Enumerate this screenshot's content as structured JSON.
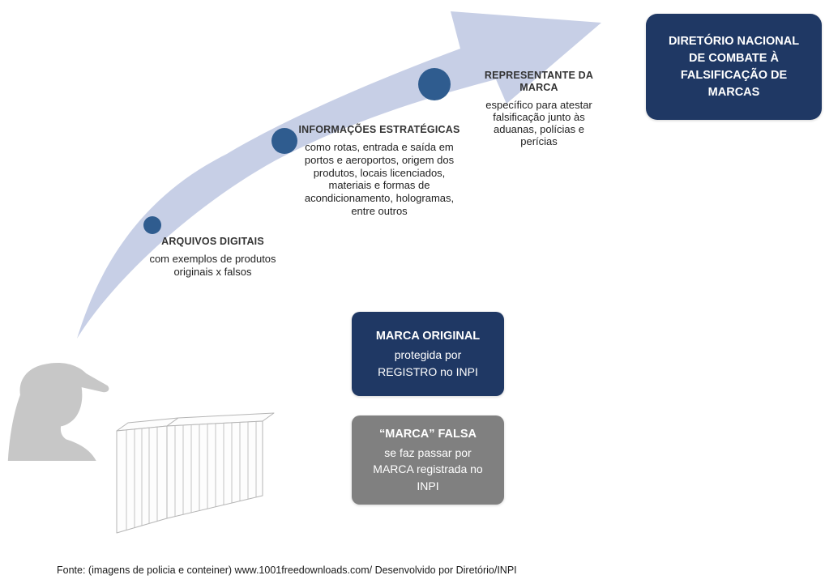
{
  "colors": {
    "arrow": "#c7cfe6",
    "marker": "#2f5c8f",
    "navy": "#1f3864",
    "gray": "#808080",
    "title_text": "#333333",
    "body_text": "#1f1f1f",
    "silhouette": "#c7c7c7",
    "container_line": "#b5b5b5"
  },
  "steps": [
    {
      "title": "ARQUIVOS DIGITAIS",
      "desc": "com exemplos de produtos\noriginais x falsos"
    },
    {
      "title": "INFORMAÇÕES ESTRATÉGICAS",
      "desc": "como rotas, entrada e saída em\nportos e aeroportos, origem dos\nprodutos, locais licenciados,\nmateriais e formas de\nacondicionamento, hologramas,\nentre outros"
    },
    {
      "title": "REPRESENTANTE DA\nMARCA",
      "desc": "específico para atestar\nfalsificação junto às\naduanas, polícias e perícias"
    }
  ],
  "destination": {
    "text": "DIRETÓRIO NACIONAL\nDE COMBATE À\nFALSIFICAÇÃO DE\nMARCAS"
  },
  "marca_original": {
    "title": "MARCA ORIGINAL",
    "body": "protegida por\nREGISTRO no INPI"
  },
  "marca_falsa": {
    "title": "“MARCA” FALSA",
    "body": "se faz passar por\nMARCA registrada no\nINPI"
  },
  "footer": {
    "text": "Fonte: (imagens de policia e conteiner) www.1001freedownloads.com/ Desenvolvido por Diretório/INPI"
  }
}
